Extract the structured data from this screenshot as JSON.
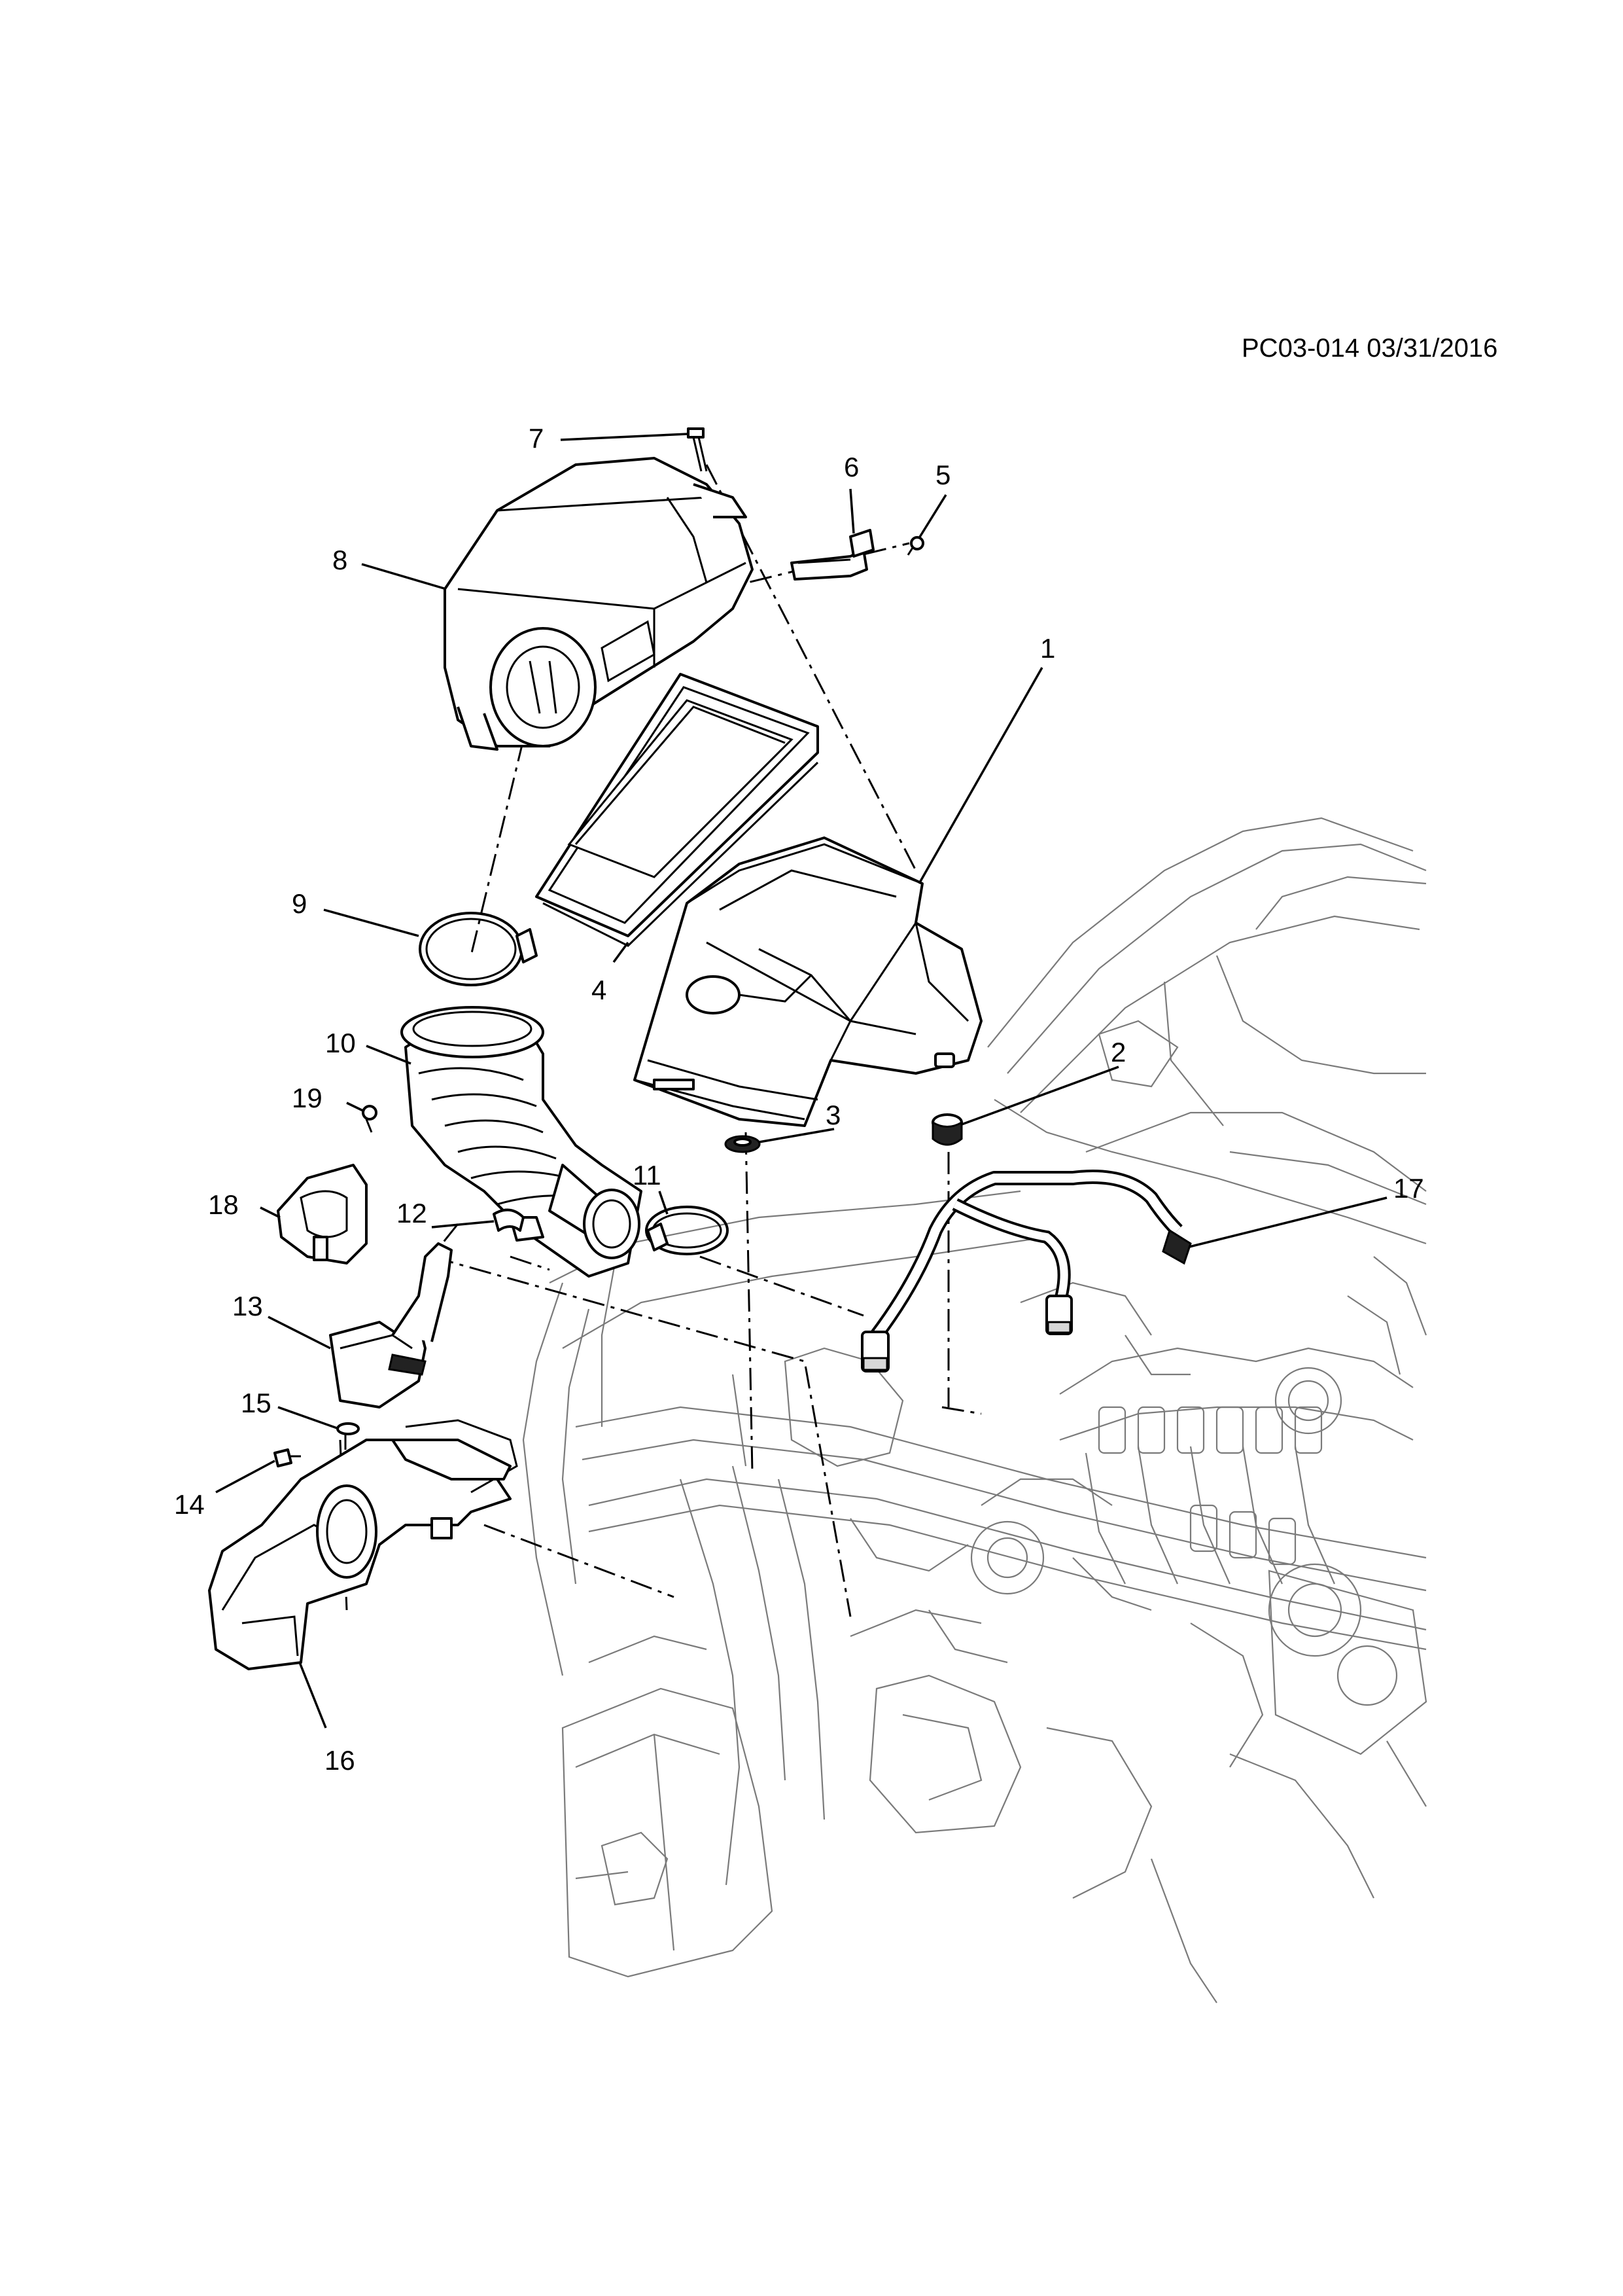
{
  "header": {
    "reference": "PC03-014 03/31/2016"
  },
  "callouts": [
    "1",
    "2",
    "3",
    "4",
    "5",
    "6",
    "7",
    "8",
    "9",
    "10",
    "11",
    "12",
    "13",
    "14",
    "15",
    "16",
    "17",
    "18",
    "19"
  ]
}
